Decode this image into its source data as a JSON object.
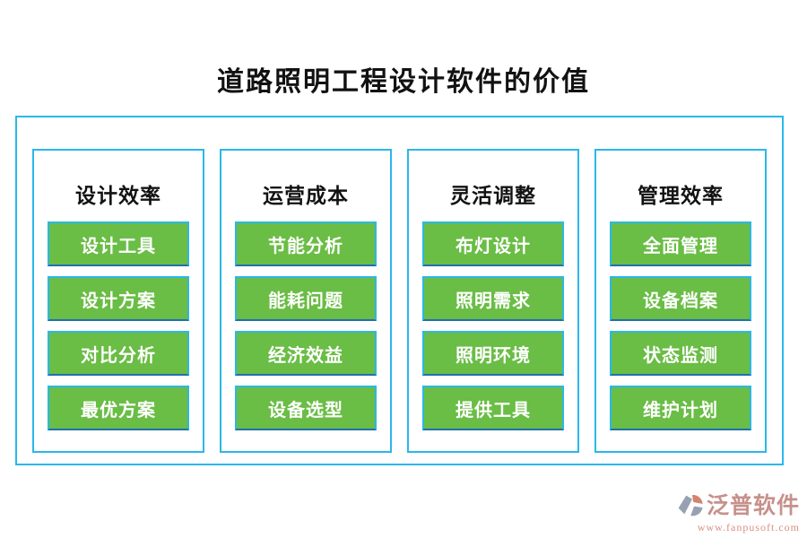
{
  "title": "道路照明工程设计软件的价值",
  "colors": {
    "border_cyan": "#2ab8e8",
    "button_green": "#6abd45",
    "button_bottom_edge": "#1e6fb0",
    "title_text": "#121212",
    "button_text": "#ffffff",
    "brand_rose": "#c7918b",
    "brand_url_salmon": "#d89181",
    "logo_gray_blue": "#97a1b3",
    "logo_salmon": "#d5826f"
  },
  "columns": [
    {
      "header": "设计效率",
      "items": [
        "设计工具",
        "设计方案",
        "对比分析",
        "最优方案"
      ]
    },
    {
      "header": "运营成本",
      "items": [
        "节能分析",
        "能耗问题",
        "经济效益",
        "设备选型"
      ]
    },
    {
      "header": "灵活调整",
      "items": [
        "布灯设计",
        "照明需求",
        "照明环境",
        "提供工具"
      ]
    },
    {
      "header": "管理效率",
      "items": [
        "全面管理",
        "设备档案",
        "状态监测",
        "维护计划"
      ]
    }
  ],
  "footer": {
    "brand": "泛普软件",
    "url": "www.fanpusoft.com"
  }
}
